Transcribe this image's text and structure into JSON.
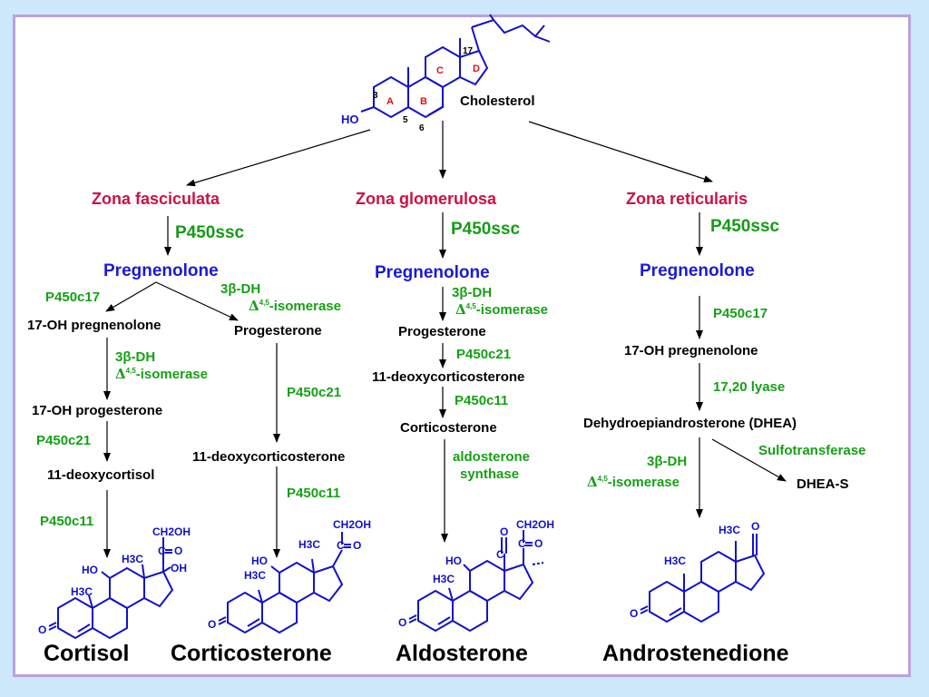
{
  "cholesterol": {
    "label": "Cholesterol",
    "ring_a": "A",
    "ring_b": "B",
    "ring_c": "C",
    "ring_d": "D",
    "ho": "HO",
    "num_3": "3",
    "num_5": "5",
    "num_6": "6",
    "num_17": "17"
  },
  "zones": {
    "fasciculata": "Zona fasciculata",
    "glomerulosa": "Zona glomerulosa",
    "reticularis": "Zona reticularis"
  },
  "enzymes": {
    "p450ssc": "P450ssc",
    "p450c17": "P450c17",
    "hsd": "3β-DH",
    "isomerase_delta": "Δ",
    "isomerase_sup": "4,5",
    "isomerase_text": "-isomerase",
    "p450c21": "P450c21",
    "p450c11": "P450c11",
    "aldosterone_synthase_1": "aldosterone",
    "aldosterone_synthase_2": "synthase",
    "lyase": "17,20 lyase",
    "sulfotransferase": "Sulfotransferase"
  },
  "compounds": {
    "pregnenolone": "Pregnenolone",
    "oh_pregnenolone": "17-OH pregnenolone",
    "progesterone": "Progesterone",
    "oh_progesterone": "17-OH progesterone",
    "deoxycortisol": "11-deoxycortisol",
    "deoxycorticosterone": "11-deoxycorticosterone",
    "corticosterone_small": "Corticosterone",
    "dhea": "Dehydroepiandrosterone (DHEA)",
    "dhea_s": "DHEA-S"
  },
  "products": {
    "cortisol": "Cortisol",
    "corticosterone": "Corticosterone",
    "aldosterone": "Aldosterone",
    "androstenedione": "Androstenedione"
  },
  "struct_labels": {
    "ch2oh": "CH2OH",
    "h3c": "H3C",
    "ho": "HO",
    "oh": "OH",
    "o": "O",
    "c": "C"
  },
  "colors": {
    "zone": "#cc1144",
    "enzyme": "#16a016",
    "pregnenolone": "#1a1ad6",
    "structure": "#1212c8",
    "frame": "#b9a1e0",
    "background": "#cde8fb"
  }
}
